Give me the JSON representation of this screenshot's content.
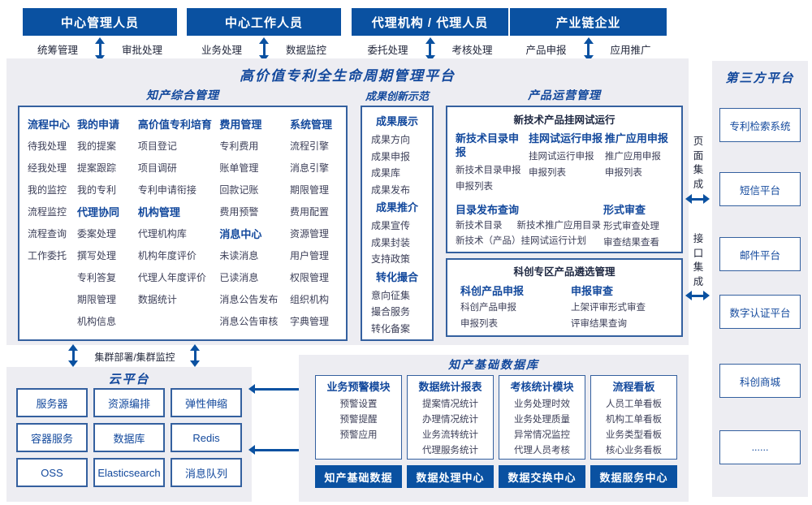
{
  "colors": {
    "primary_blue": "#0a51a1",
    "heading_blue": "#12489c",
    "panel_bg": "#ededf2",
    "box_border": "#34609f",
    "item_text": "#3c3f58"
  },
  "top_roles": [
    {
      "label": "中心管理人员",
      "left": "统筹管理",
      "right": "审批处理"
    },
    {
      "label": "中心工作人员",
      "left": "业务处理",
      "right": "数据监控"
    },
    {
      "label": "代理机构 / 代理人员",
      "left": "委托处理",
      "right": "考核处理"
    },
    {
      "label": "产业链企业",
      "left": "产品申报",
      "right": "应用推广"
    }
  ],
  "platform_title": "高价值专利全生命周期管理平台",
  "ip_mgmt": {
    "title": "知产综合管理",
    "columns": [
      {
        "groups": [
          {
            "header": "流程中心",
            "items": [
              "待我处理",
              "经我处理",
              "我的监控",
              "流程监控",
              "流程查询",
              "工作委托"
            ]
          }
        ]
      },
      {
        "groups": [
          {
            "header": "我的申请",
            "items": [
              "我的提案",
              "提案跟踪",
              "我的专利"
            ]
          },
          {
            "header": "代理协同",
            "items": [
              "委案处理",
              "撰写处理",
              "专利答复",
              "期限管理",
              "机构信息"
            ]
          }
        ]
      },
      {
        "groups": [
          {
            "header": "高价值专利培育",
            "items": [
              "项目登记",
              "项目调研",
              "专利申请衔接"
            ]
          },
          {
            "header": "机构管理",
            "items": [
              "代理机构库",
              "机构年度评价",
              "代理人年度评价",
              "数据统计"
            ]
          }
        ]
      },
      {
        "groups": [
          {
            "header": "费用管理",
            "items": [
              "专利费用",
              "账单管理",
              "回款记账",
              "费用预警"
            ]
          },
          {
            "header": "消息中心",
            "items": [
              "未读消息",
              "已读消息",
              "消息公告发布",
              "消息公告审核"
            ]
          }
        ]
      },
      {
        "groups": [
          {
            "header": "系统管理",
            "items": [
              "流程引擎",
              "消息引擎",
              "期限管理",
              "费用配置",
              "资源管理",
              "用户管理",
              "权限管理",
              "组织机构",
              "字典管理"
            ]
          }
        ]
      }
    ]
  },
  "achievement": {
    "title": "成果创新示范",
    "groups": [
      {
        "header": "成果展示",
        "items": [
          "成果方向",
          "成果申报",
          "成果库",
          "成果发布"
        ]
      },
      {
        "header": "成果推介",
        "items": [
          "成果宣传",
          "成果封装",
          "支持政策"
        ]
      },
      {
        "header": "转化撮合",
        "items": [
          "意向征集",
          "撮合服务",
          "转化备案"
        ]
      }
    ]
  },
  "product_ops": {
    "title": "产品运营管理",
    "trial_box": {
      "title": "新技术产品挂网试运行",
      "cols": [
        {
          "header": "新技术目录申报",
          "items": [
            "新技术目录申报",
            "申报列表"
          ]
        },
        {
          "header": "挂网试运行申报",
          "items": [
            "挂网试运行申报",
            "申报列表"
          ]
        },
        {
          "header": "推广应用申报",
          "items": [
            "推广应用申报",
            "申报列表"
          ]
        }
      ],
      "catalog": {
        "header": "目录发布查询",
        "row1": [
          "新技术目录",
          "新技术推广应用目录"
        ],
        "row2": "新技术（产品）挂网试运行计划"
      },
      "review": {
        "header": "形式审查",
        "items": [
          "形式审查处理",
          "审查结果查看"
        ]
      }
    },
    "select_box": {
      "title": "科创专区产品遴选管理",
      "cols": [
        {
          "header": "科创产品申报",
          "items": [
            "科创产品申报",
            "申报列表"
          ]
        },
        {
          "header": "申报审查",
          "items": [
            "上架评审形式审查",
            "评审结果查询"
          ]
        }
      ]
    }
  },
  "cluster_label": "集群部署/集群监控",
  "cloud": {
    "title": "云平台",
    "items": [
      "服务器",
      "资源编排",
      "弹性伸缩",
      "容器服务",
      "数据库",
      "Redis",
      "OSS",
      "Elasticsearch",
      "消息队列"
    ]
  },
  "database": {
    "title": "知产基础数据库",
    "modules": [
      {
        "header": "业务预警模块",
        "items": [
          "预警设置",
          "预警提醒",
          "预警应用"
        ],
        "button": "知产基础数据"
      },
      {
        "header": "数据统计报表",
        "items": [
          "提案情况统计",
          "办理情况统计",
          "业务流转统计",
          "代理服务统计"
        ],
        "button": "数据处理中心"
      },
      {
        "header": "考核统计模块",
        "items": [
          "业务处理时效",
          "业务处理质量",
          "异常情况监控",
          "代理人员考核"
        ],
        "button": "数据交换中心"
      },
      {
        "header": "流程看板",
        "items": [
          "人员工单看板",
          "机构工单看板",
          "业务类型看板",
          "核心业务看板"
        ],
        "button": "数据服务中心"
      }
    ]
  },
  "integration": {
    "page": "页面集成",
    "api": "接口集成"
  },
  "third_party": {
    "title": "第三方平台",
    "items": [
      "专利检索系统",
      "短信平台",
      "邮件平台",
      "数字认证平台",
      "科创商城",
      "......"
    ]
  }
}
